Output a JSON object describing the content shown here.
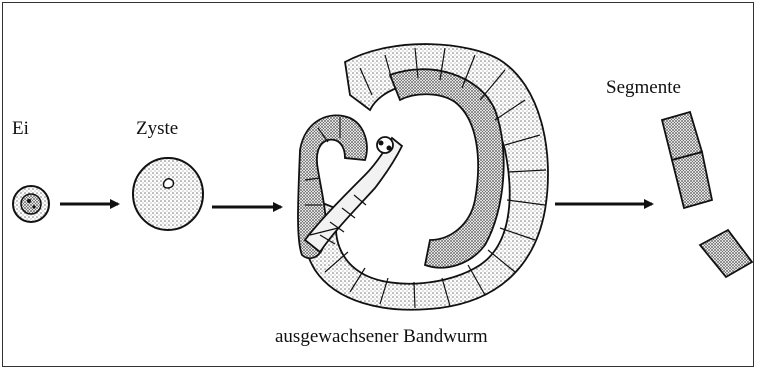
{
  "labels": {
    "egg": "Ei",
    "cyst": "Zyste",
    "adult": "ausgewachsener Bandwurm",
    "segments": "Segmente"
  },
  "colors": {
    "ink": "#111111",
    "stipple_light": "#dcdcdc",
    "stipple_dark": "#a8a8a8"
  }
}
